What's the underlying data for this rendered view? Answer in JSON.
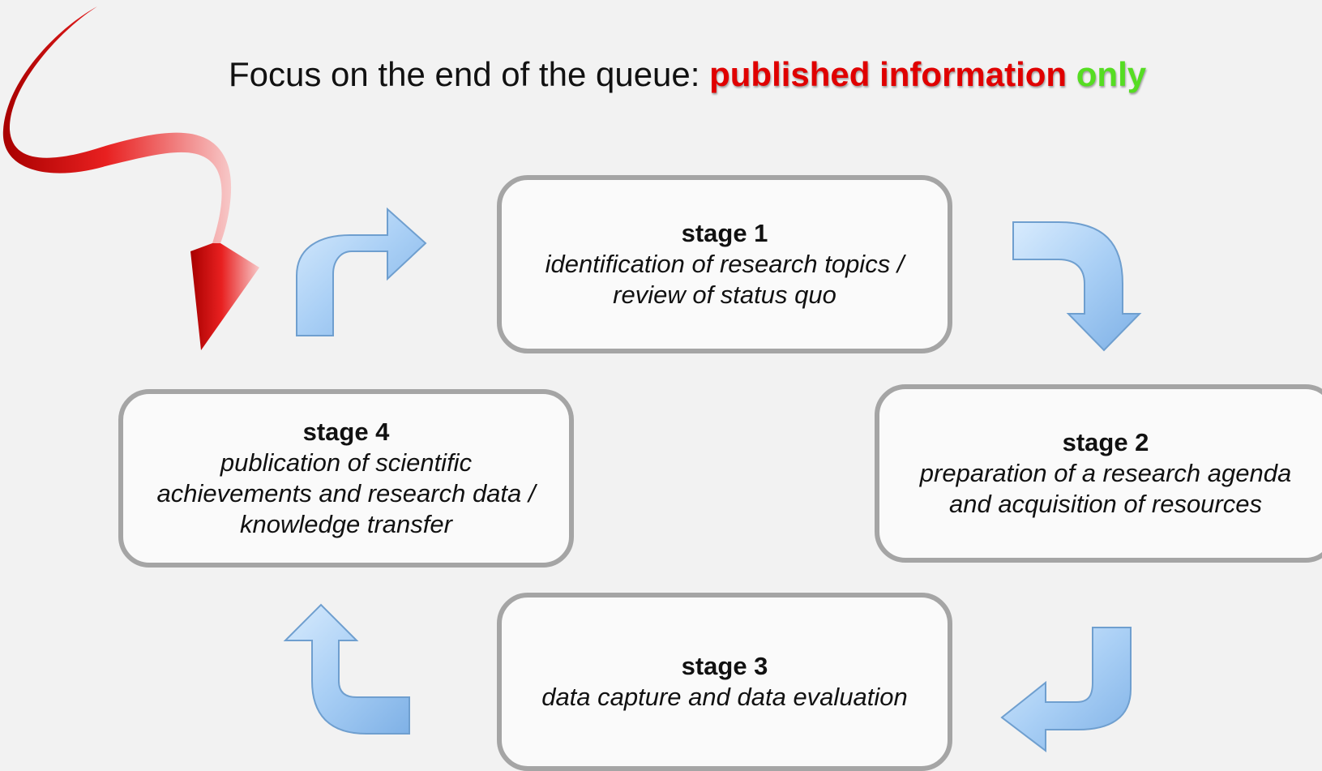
{
  "title": {
    "prefix": "Focus on the end of the queue: ",
    "highlight_red": "published information",
    "highlight_green": "only"
  },
  "stages": [
    {
      "label": "stage 1",
      "lines": [
        "identification of research topics /",
        "review of status quo"
      ]
    },
    {
      "label": "stage 2",
      "lines": [
        "preparation of a research agenda",
        "and acquisition of resources"
      ]
    },
    {
      "label": "stage 3",
      "lines": [
        "data capture and data evaluation"
      ]
    },
    {
      "label": "stage 4",
      "lines": [
        "publication of scientific",
        "achievements and research data /",
        "knowledge transfer"
      ]
    }
  ],
  "colors": {
    "cycle_arrow": "#a9cff5",
    "cycle_arrow_stroke": "#6f9fcf",
    "pointer_arrow": "#d81818",
    "box_border": "#a5a5a5",
    "title_red": "#e00000",
    "title_green": "#55dd22"
  },
  "icons": [
    "red-curved-pointer-arrow",
    "blue-curved-arrow"
  ]
}
